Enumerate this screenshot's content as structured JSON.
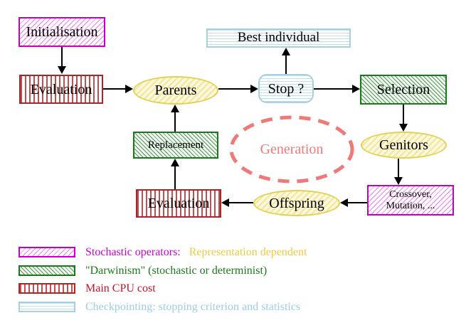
{
  "diagram": {
    "nodes": {
      "initialisation": "Initialisation",
      "evaluation_top": "Evaluation",
      "parents": "Parents",
      "stop": "Stop ?",
      "best_individual": "Best individual",
      "selection": "Selection",
      "genitors": "Genitors",
      "crossover_line1": "Crossover,",
      "crossover_line2": "Mutation, ...",
      "offspring": "Offspring",
      "evaluation_bottom": "Evaluation",
      "replacement": "Replacement",
      "generation": "Generation"
    },
    "colors": {
      "stochastic_magenta": "#c400c4",
      "darwinism_green": "#1a7a1a",
      "cpu_red": "#ab2727",
      "checkpoint_cyan": "#a6cfe0",
      "yellow_node_border": "#e3d153",
      "generation_salmon": "#ee7979",
      "arrow_black": "#000000"
    }
  },
  "legend": {
    "items": [
      {
        "name": "stochastic-operators",
        "label": "Stochastic operators:",
        "label2": "Representation dependent",
        "label_color": "#cc00cc",
        "label2_color": "#eecb3e"
      },
      {
        "name": "darwinism",
        "label": "\"Darwinism\" (stochastic or determinist)",
        "label_color": "#187a18"
      },
      {
        "name": "main-cpu-cost",
        "label": "Main CPU cost",
        "label_color": "#c81428"
      },
      {
        "name": "checkpointing",
        "label": "Checkpointing: stopping criterion and statistics",
        "label_color": "#9bcde9"
      }
    ]
  }
}
